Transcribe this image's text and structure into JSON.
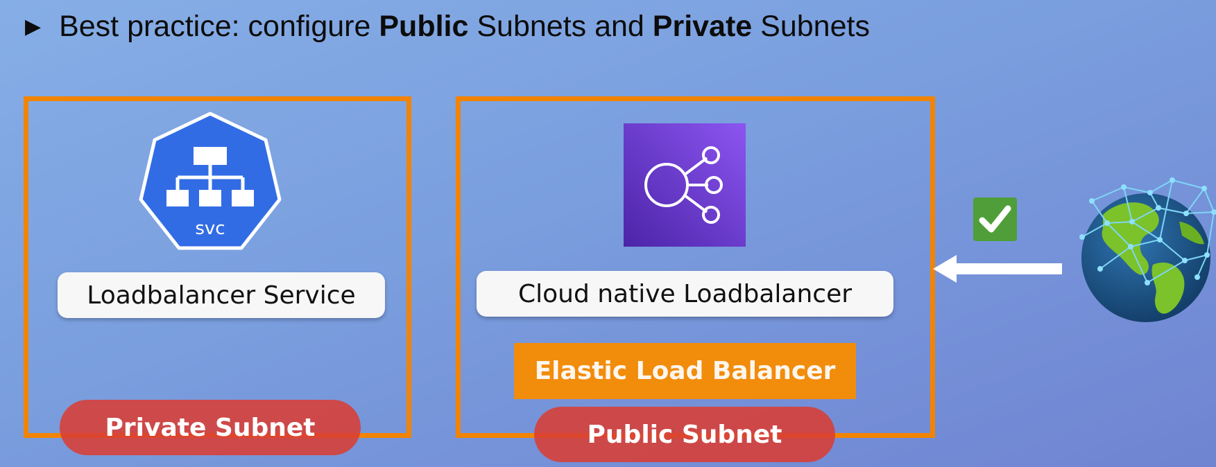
{
  "heading": {
    "bullet": "▶",
    "prefix": "Best practice: configure ",
    "public_word": "Public",
    "middle": " Subnets and ",
    "private_word": "Private",
    "suffix": " Subnets"
  },
  "private_box": {
    "icon_text": "svc",
    "service_label": "Loadbalancer Service",
    "subnet_label": "Private Subnet"
  },
  "public_box": {
    "service_label": "Cloud native Loadbalancer",
    "elb_label": "Elastic Load Balancer",
    "subnet_label": "Public Subnet"
  },
  "colors": {
    "frame": "#f18404",
    "subnet_badge": "#da3e34",
    "elb_bar": "#f28c0b",
    "k8s_blue": "#326ce5",
    "elb_purple": "#6a3dd8",
    "check_green": "#4f9e3a"
  },
  "icons": {
    "svc": "kubernetes-service-icon",
    "elb": "aws-elastic-load-balancer-icon",
    "check": "checkmark-icon",
    "arrow": "arrow-left-icon",
    "globe": "globe-network-icon"
  }
}
